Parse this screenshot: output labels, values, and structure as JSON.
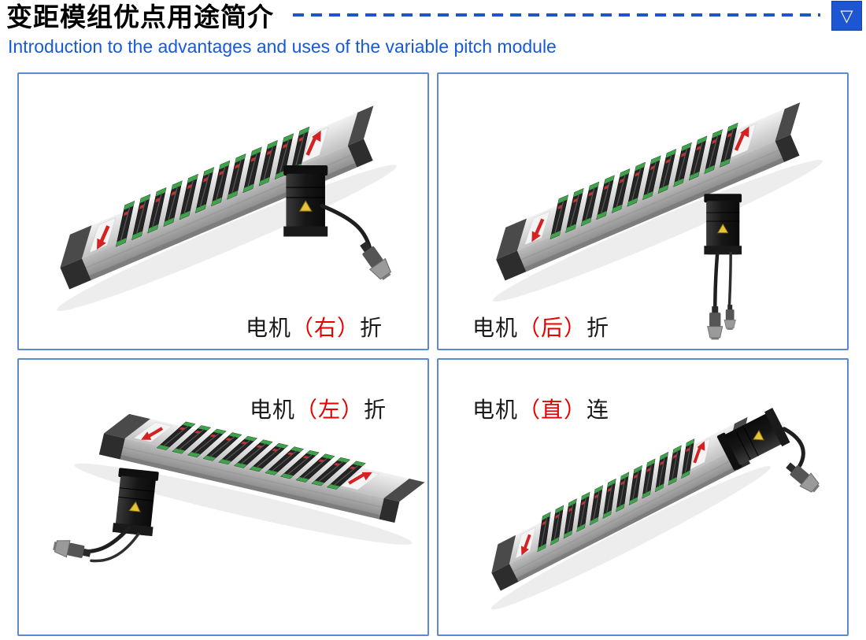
{
  "header": {
    "title": "变距模组优点用途简介",
    "subtitle": "Introduction to the advantages and uses of the variable pitch module",
    "collapse_button": "▽"
  },
  "panels": [
    {
      "id": "motor-right-fold",
      "caption": {
        "pre": "电机",
        "mid": "（右）",
        "suf": "折"
      }
    },
    {
      "id": "motor-rear-fold",
      "caption": {
        "pre": "电机",
        "mid": "（后）",
        "suf": "折"
      }
    },
    {
      "id": "motor-left-fold",
      "caption": {
        "pre": "电机",
        "mid": "（左）",
        "suf": "折"
      }
    },
    {
      "id": "motor-direct-connect",
      "caption": {
        "pre": "电机",
        "mid": "（直）",
        "suf": "连"
      }
    }
  ],
  "colors": {
    "accent_blue": "#1d55d2",
    "panel_border_blue": "#5b8ad2",
    "caption_red": "#e60000",
    "arrow_red": "#d42222",
    "carriage_green": "#3fa34b"
  }
}
